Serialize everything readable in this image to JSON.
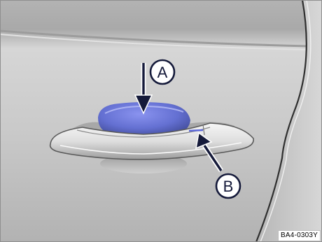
{
  "callouts": {
    "a": "A",
    "b": "B"
  },
  "reference_code": "BA4-0303Y",
  "colors": {
    "door_panel": "#cfcfcf",
    "door_shadow": "#7c7c7c",
    "handle_light": "#6b74d6",
    "handle_body": "#e6e6e6",
    "arrow": "#151a3a",
    "callout_fill": "#ffffff"
  }
}
